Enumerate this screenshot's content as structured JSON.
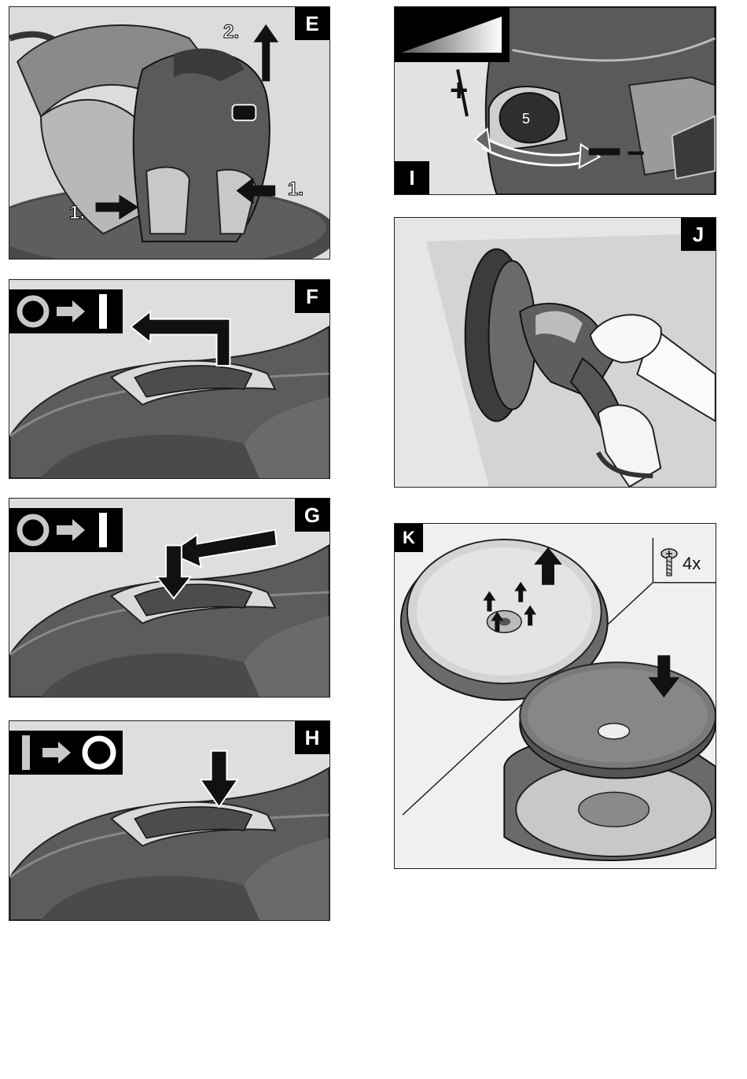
{
  "panels": {
    "E": {
      "label": "E",
      "callouts": [
        "2.",
        "1.",
        "1."
      ]
    },
    "F": {
      "label": "F"
    },
    "G": {
      "label": "G"
    },
    "H": {
      "label": "H"
    },
    "I": {
      "label": "I",
      "dial_value": "5",
      "plus_sign": "+",
      "minus_sign": "−"
    },
    "J": {
      "label": "J"
    },
    "K": {
      "label": "K",
      "screw_count": "4x"
    }
  }
}
